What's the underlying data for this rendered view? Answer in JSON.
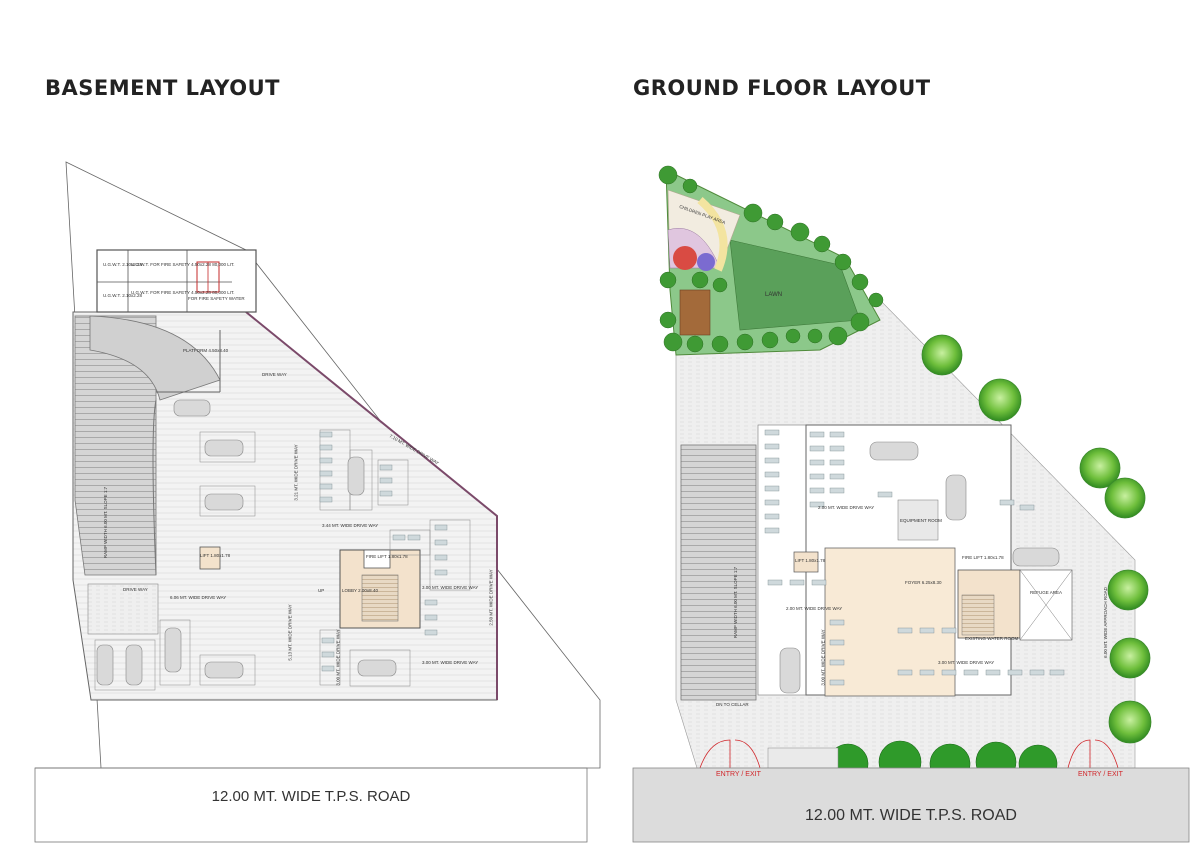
{
  "basement": {
    "title": "BASEMENT LAYOUT",
    "road": "12.00 MT. WIDE T.P.S. ROAD",
    "labels": {
      "ugwt1": "U.G.W.T. 2.10x2.28",
      "ugwt_fire1": "U.G.W.T. FOR FIRE SAFETY 4.50x2.28 80,000 LIT.",
      "ugwt_fire2": "U.G.W.T. FOR FIRE SAFETY 4.50x2.28 80,000 LIT.",
      "ugwt2": "U.G.W.T. 2.10x2.28",
      "fire_water": "FOR FIRE SAFETY WATER",
      "platform": "PLATFORM 4.50x8.40",
      "drive_way_top": "DRIVE WAY",
      "drive_321": "3.21 MT. WIDE DRIVE WAY",
      "drive_344": "3.44 MT. WIDE DRIVE WAY",
      "drive_710": "7.10 MT. WIDE DRIVE WAY",
      "drive_way_bottom": "DRIVE WAY",
      "drive_606": "6.06 MT. WIDE DRIVE WAY",
      "drive_513": "5.13 MT. WIDE DRIVE WAY",
      "drive_300a": "3.00 MT. WIDE DRIVE WAY",
      "drive_300b": "3.00 MT. WIDE DRIVE WAY",
      "drive_250": "2.50 MT. WIDE DRIVE WAY",
      "drive_308": "3.00 MT. WIDE DRIVE WAY",
      "lift": "LIFT 1.80x1.78",
      "fire_lift": "FIRE LIFT 1.80x1.78",
      "lobby": "LOBBY 2.00x8.40",
      "ramp": "RAMP WIDTH 6.00 MT. SLOPE 1:7",
      "up": "UP"
    }
  },
  "ground": {
    "title": "GROUND FLOOR LAYOUT",
    "road": "12.00 MT. WIDE T.P.S. ROAD",
    "entry_left": "ENTRY / EXIT",
    "entry_right": "ENTRY / EXIT",
    "labels": {
      "childrens_play": "CHILDREN PLAY AREA",
      "lawn": "LAWN",
      "foyer": "FOYER 6.25x8.30",
      "drive_way_200": "2.00 MT. WIDE DRIVE WAY",
      "drive_way_200b": "2.00 MT. WIDE DRIVE WAY",
      "drive_way_300": "3.00 MT. WIDE DRIVE WAY",
      "drive_way_300b": "3.00 MT. WIDE DRIVE WAY",
      "equipment_room": "EQUIPMENT ROOM",
      "existing_water": "EXISTING WATER ROOM",
      "fire_lift": "FIRE LIFT 1.80x1.78",
      "lift": "LIFT 1.80x1.78",
      "ramp": "RAMP WIDTH 6.00 MT. SLOPE 1:7",
      "approach_road": "6.00 MT. WIDE APPROACH ROAD",
      "dn_cellar": "DN TO CELLAR",
      "refuge": "REFUGE AREA"
    }
  }
}
